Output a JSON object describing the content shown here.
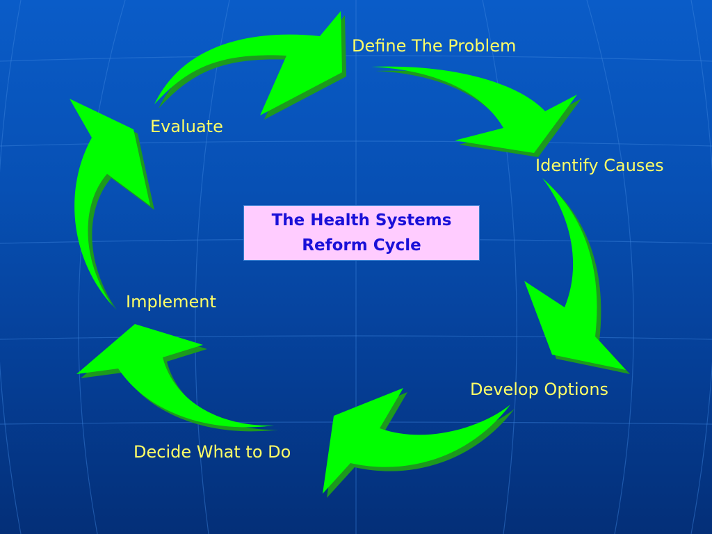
{
  "diagram": {
    "title_lines": [
      "The Health Systems",
      "Reform Cycle"
    ],
    "steps": [
      {
        "id": "define",
        "label": "Define The Problem"
      },
      {
        "id": "identify",
        "label": "Identify Causes"
      },
      {
        "id": "develop",
        "label": "Develop Options"
      },
      {
        "id": "decide",
        "label": "Decide What to Do"
      },
      {
        "id": "implement",
        "label": "Implement"
      },
      {
        "id": "evaluate",
        "label": "Evaluate"
      }
    ]
  },
  "colors": {
    "arrow_face": "#00ff00",
    "arrow_side": "#1d9a1d",
    "label_text": "#ffff66",
    "title_text": "#1a10d8",
    "title_box_bg": "#ffccff",
    "background": "#0750b4"
  }
}
